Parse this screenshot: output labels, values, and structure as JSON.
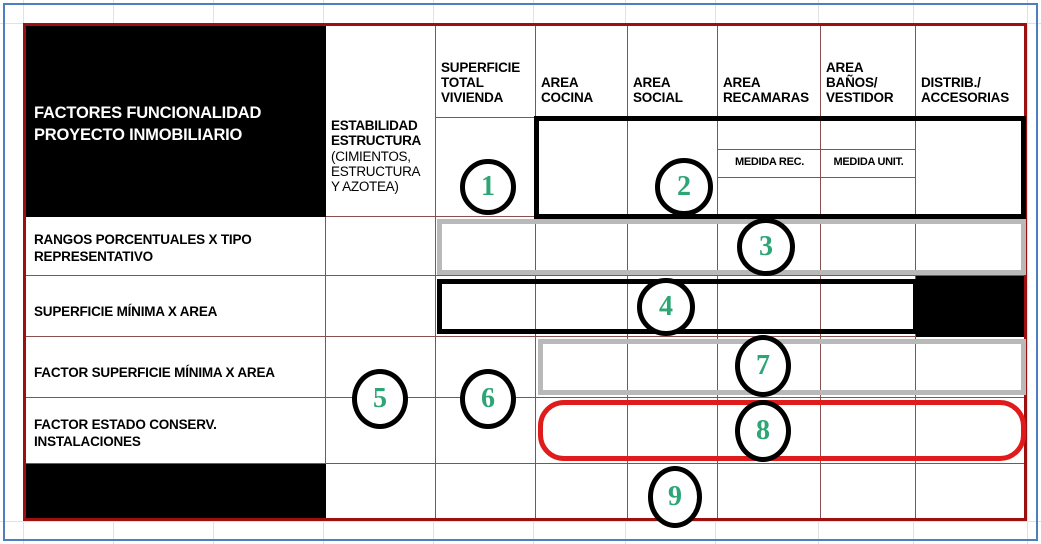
{
  "document": {
    "title": "FACTORES FUNCIONALIDAD PROYECTO INMOBILIARIO",
    "title_line1": "FACTORES FUNCIONALIDAD",
    "title_line2": "PROYECTO INMOBILIARIO"
  },
  "colors": {
    "table_border": "#9e1010",
    "cell_border": "#8a5050",
    "sheet_selection": "#4d7ebf",
    "annotation_black": "#000000",
    "annotation_gray": "#b9b9b9",
    "annotation_red": "#e01b1b",
    "marker_number": "#2ea575",
    "header_fill_black": "#000000",
    "header_text_white": "#ffffff"
  },
  "columns": {
    "label_column": "FACTORES FUNCIONALIDAD PROYECTO INMOBILIARIO",
    "estabilidad": {
      "bold_line1": "ESTABILIDAD",
      "bold_line2": "ESTRUCTURA",
      "reg_line1": "(CIMIENTOS,",
      "reg_line2": "ESTRUCTURA",
      "reg_line3": "Y AZOTEA)"
    },
    "headers": [
      {
        "id": "superficie-total-vivienda",
        "lines": [
          "SUPERFICIE",
          "TOTAL",
          "VIVIENDA"
        ]
      },
      {
        "id": "area-cocina",
        "lines": [
          "AREA",
          "COCINA"
        ]
      },
      {
        "id": "area-social",
        "lines": [
          "AREA",
          "SOCIAL"
        ]
      },
      {
        "id": "area-recamaras",
        "lines": [
          "AREA",
          "RECAMARAS"
        ]
      },
      {
        "id": "area-banos-vestidor",
        "lines": [
          "AREA",
          "BAÑOS/",
          "VESTIDOR"
        ]
      },
      {
        "id": "distrib-accesorias",
        "lines": [
          "DISTRIB./",
          "ACCESORIAS"
        ]
      }
    ],
    "sub_headers": [
      {
        "id": "medida-rec",
        "label": "MEDIDA REC."
      },
      {
        "id": "medida-unit",
        "label": "MEDIDA UNIT."
      }
    ]
  },
  "rows": [
    {
      "id": "rangos-porcentuales",
      "lines": [
        "RANGOS PORCENTUALES X TIPO",
        "REPRESENTATIVO"
      ]
    },
    {
      "id": "superficie-minima-area",
      "lines": [
        "SUPERFICIE MÍNIMA X AREA"
      ]
    },
    {
      "id": "factor-superficie-minima-area",
      "lines": [
        "FACTOR SUPERFICIE MÍNIMA X AREA"
      ]
    },
    {
      "id": "factor-estado-conserv",
      "lines": [
        "FACTOR ESTADO CONSERV.",
        "INSTALACIONES"
      ]
    }
  ],
  "markers": [
    {
      "n": "1",
      "target": "superficie-total-vivienda-header-area"
    },
    {
      "n": "2",
      "target": "area-cocina-to-distrib-header-block"
    },
    {
      "n": "3",
      "target": "rangos-porcentuales-row"
    },
    {
      "n": "4",
      "target": "superficie-minima-row"
    },
    {
      "n": "5",
      "target": "estabilidad-estructura-factor-cells"
    },
    {
      "n": "6",
      "target": "superficie-total-vivienda-factor-cells"
    },
    {
      "n": "7",
      "target": "factor-superficie-minima-row"
    },
    {
      "n": "8",
      "target": "factor-estado-conserv-row"
    },
    {
      "n": "9",
      "target": "bottom-summary-row"
    }
  ],
  "annotations": [
    {
      "id": "ann-1",
      "shape": "circle",
      "style": "black-outline",
      "number": "1"
    },
    {
      "id": "ann-2",
      "shape": "rectangle",
      "style": "black-outline",
      "number": "2"
    },
    {
      "id": "ann-3",
      "shape": "rectangle",
      "style": "gray-outline",
      "number": "3"
    },
    {
      "id": "ann-4",
      "shape": "rectangle",
      "style": "black-outline",
      "number": "4"
    },
    {
      "id": "ann-5",
      "shape": "rounded-square",
      "style": "black-outline",
      "number": "5"
    },
    {
      "id": "ann-6",
      "shape": "rounded-square",
      "style": "black-outline",
      "number": "6"
    },
    {
      "id": "ann-7",
      "shape": "rectangle",
      "style": "gray-outline",
      "number": "7"
    },
    {
      "id": "ann-8",
      "shape": "rounded-rectangle",
      "style": "red-outline",
      "number": "8"
    },
    {
      "id": "ann-9",
      "shape": "circle",
      "style": "black-outline",
      "number": "9"
    }
  ]
}
